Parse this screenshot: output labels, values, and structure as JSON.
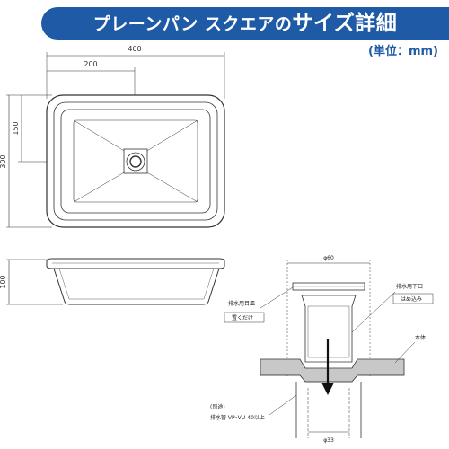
{
  "title": {
    "part1": "プレーンパン スクエアの",
    "part2": "サイズ詳細"
  },
  "unit": "(単位：mm)",
  "top_view": {
    "dim_width": "400",
    "dim_half_width": "200",
    "dim_height": "300",
    "dim_half_height": "150"
  },
  "side_view": {
    "dim_depth": "100"
  },
  "drain_detail": {
    "dim_diameter_top": "φ60",
    "dim_diameter_pipe": "φ33",
    "label_drain_plate": "排水用目皿",
    "label_placement": "置くだけ",
    "label_lower_fitting": "排水用下口",
    "label_press_fit": "はめ込み",
    "label_body": "本体",
    "label_separate": "(別途)",
    "label_pipe": "排水管 VP･VU-40以上"
  }
}
